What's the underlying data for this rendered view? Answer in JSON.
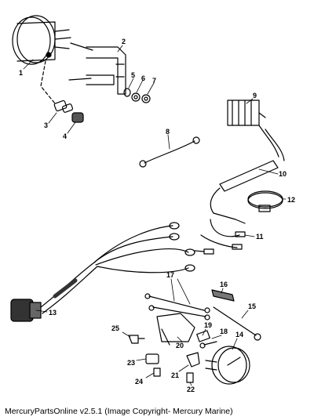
{
  "diagram": {
    "callouts": [
      "1",
      "2",
      "3",
      "4",
      "5",
      "6",
      "7",
      "8",
      "9",
      "10",
      "11",
      "12",
      "13",
      "14",
      "15",
      "16",
      "17",
      "18",
      "19",
      "20",
      "21",
      "22",
      "23",
      "24",
      "25"
    ]
  },
  "caption": "MercuryPartsOnline v2.5.1 (Image Copyright- Mercury Marine)"
}
